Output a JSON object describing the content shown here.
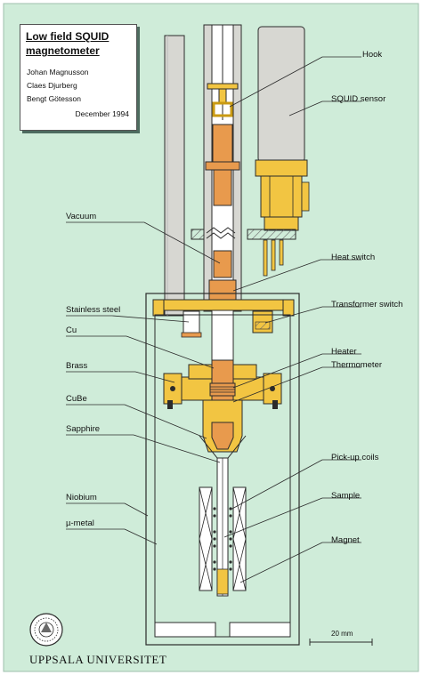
{
  "title": {
    "line1": "Low field SQUID",
    "line2": "magnetometer"
  },
  "authors": [
    "Johan Magnusson",
    "Claes Djurberg",
    "Bengt Götesson"
  ],
  "date": "December 1994",
  "labels": {
    "hook": "Hook",
    "squid_sensor": "SQUID sensor",
    "vacuum": "Vacuum",
    "heat_switch": "Heat switch",
    "stainless_steel": "Stainless steel",
    "transformer_switch": "Transformer switch",
    "cu": "Cu",
    "heater": "Heater",
    "thermometer": "Thermometer",
    "brass": "Brass",
    "cube": "CuBe",
    "sapphire": "Sapphire",
    "pickup_coils": "Pick-up coils",
    "niobium": "Niobium",
    "sample": "Sample",
    "mu_metal": "µ-metal",
    "magnet": "Magnet"
  },
  "scale_bar": "20 mm",
  "institution": "UPPSALA UNIVERSITET",
  "colors": {
    "background": "#cfecd9",
    "copper": "#e89a4d",
    "brass": "#f2c542",
    "steel": "#ffffff",
    "tube_gray": "#d7d7d2",
    "outline": "#2b2b2b",
    "crosshatch": "#6a6a6a"
  }
}
